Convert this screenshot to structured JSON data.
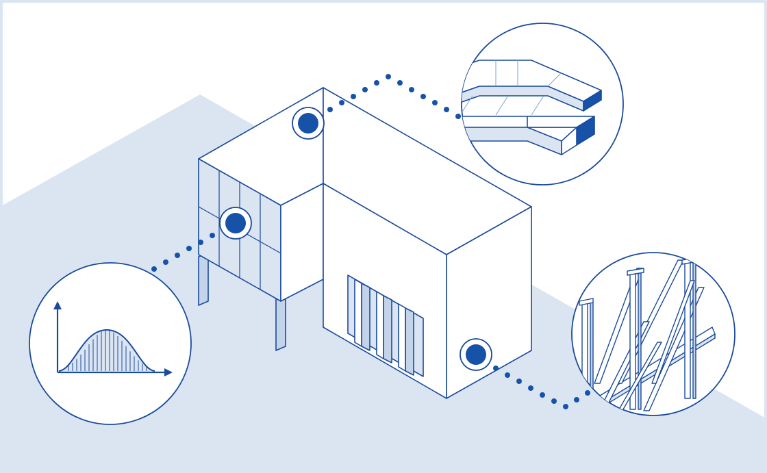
{
  "illustration": {
    "markers": [
      {
        "name": "roof-marker",
        "detail": "ductwork-detail"
      },
      {
        "name": "facade-marker",
        "detail": "distribution-curve-detail"
      },
      {
        "name": "wall-marker",
        "detail": "steel-framing-detail"
      }
    ],
    "colors": {
      "stroke": "#1a4a9c",
      "accent": "#1652a8",
      "ground": "#dbe5f2",
      "panel": "#c3d3ea",
      "white": "#ffffff"
    },
    "icons": [
      "bell-curve-chart-icon",
      "ductwork-icon",
      "steel-beam-framing-icon"
    ]
  }
}
